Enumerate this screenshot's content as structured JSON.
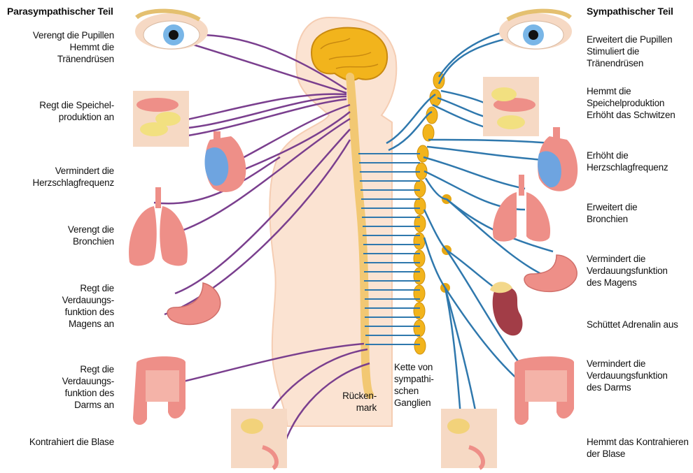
{
  "left_title": "Parasympathischer Teil",
  "right_title": "Sympathischer Teil",
  "left_labels": {
    "pupils": "Verengt die Pupillen\nHemmt die\nTränendrüsen",
    "saliva": "Regt die Speichel-\nproduktion an",
    "heart": "Vermindert die\nHerzschlagfrequenz",
    "bronchi": "Verengt die\nBronchien",
    "stomach": "Regt die\nVerdauungs-\nfunktion des\nMagens an",
    "intestine": "Regt die\nVerdauungs-\nfunktion des\nDarms an",
    "bladder": "Kontrahiert die Blase"
  },
  "right_labels": {
    "pupils": "Erweitert die Pupillen\nStimuliert die\nTränendrüsen",
    "saliva": "Hemmt die\nSpeichelproduktion\nErhöht das Schwitzen",
    "heart": "Erhöht die\nHerzschlagfrequenz",
    "bronchi": "Erweitert die\nBronchien",
    "stomach": "Vermindert die\nVerdauungsfunktion\ndes Magens",
    "adrenal": "Schüttet Adrenalin aus",
    "intestine": "Vermindert die\nVerdauungsfunktion\ndes Darms",
    "bladder": "Hemmt das Kontrahieren\nder Blase"
  },
  "center_labels": {
    "spinal_cord": "Rücken-\nmark",
    "ganglia": "Kette von\nsympathi-\nschen\nGanglien"
  },
  "colors": {
    "parasympathetic": "#7a3f8e",
    "sympathetic": "#2f78ad",
    "body": "#fbe3d2",
    "nerve_yellow": "#f2b41c",
    "organ_pink": "#ee8f88"
  }
}
